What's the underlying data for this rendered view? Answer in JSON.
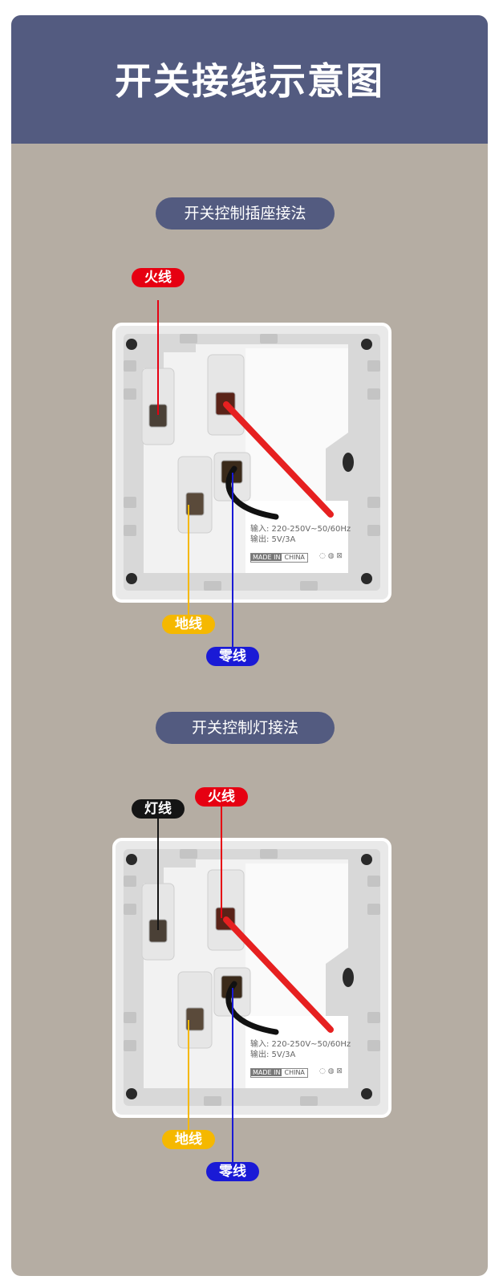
{
  "header": {
    "title": "开关接线示意图"
  },
  "sections": [
    {
      "heading": "开关控制插座接法",
      "labels": {
        "live": "火线",
        "earth": "地线",
        "neutral": "零线"
      },
      "spec": {
        "input": "输入: 220-250V~50/60Hz",
        "output": "输出: 5V/3A",
        "made_in": "MADE IN",
        "country": "CHINA"
      }
    },
    {
      "heading": "开关控制灯接法",
      "labels": {
        "lamp": "灯线",
        "live": "火线",
        "earth": "地线",
        "neutral": "零线"
      },
      "spec": {
        "input": "输入: 220-250V~50/60Hz",
        "output": "输出: 5V/3A",
        "made_in": "MADE IN",
        "country": "CHINA"
      }
    }
  ],
  "colors": {
    "header": "#535b80",
    "background": "#b5ada3",
    "live": "#e60012",
    "earth": "#f5b800",
    "neutral": "#1a1ad6",
    "lamp": "#141414"
  }
}
